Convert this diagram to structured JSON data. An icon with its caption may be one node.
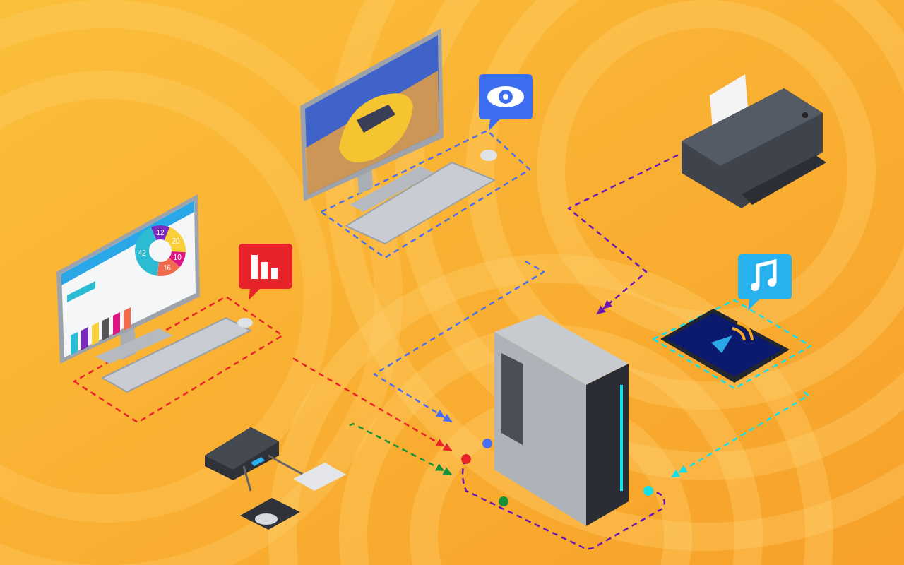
{
  "diagram": {
    "nodes": [
      {
        "text": [],
        "shape": "picture"
      },
      {
        "text": [],
        "shape": "picture"
      },
      {
        "text": [],
        "shape": "picture"
      },
      {
        "text": [],
        "shape": "picture"
      },
      {
        "text": [],
        "shape": "picture"
      },
      {
        "text": [],
        "shape": "picture"
      }
    ],
    "edges": [
      {
        "from": 0,
        "to": 4,
        "arrow": "to",
        "style": "dashed",
        "color": "#e8232a"
      },
      {
        "from": 1,
        "to": 4,
        "arrow": "to",
        "style": "dashed",
        "color": "#4a6ef0"
      },
      {
        "from": 2,
        "to": 4,
        "arrow": "to",
        "style": "dashed",
        "color": "#6a16b8"
      },
      {
        "from": 3,
        "to": 4,
        "arrow": "to",
        "style": "dashed",
        "color": "#14e0e8"
      },
      {
        "from": 5,
        "to": 4,
        "arrow": "to",
        "style": "dashed",
        "color": "#16913a"
      }
    ],
    "chart_data": {
      "type": "donut",
      "values": [
        12,
        20,
        10,
        16,
        42
      ],
      "data_labels": true
    }
  }
}
